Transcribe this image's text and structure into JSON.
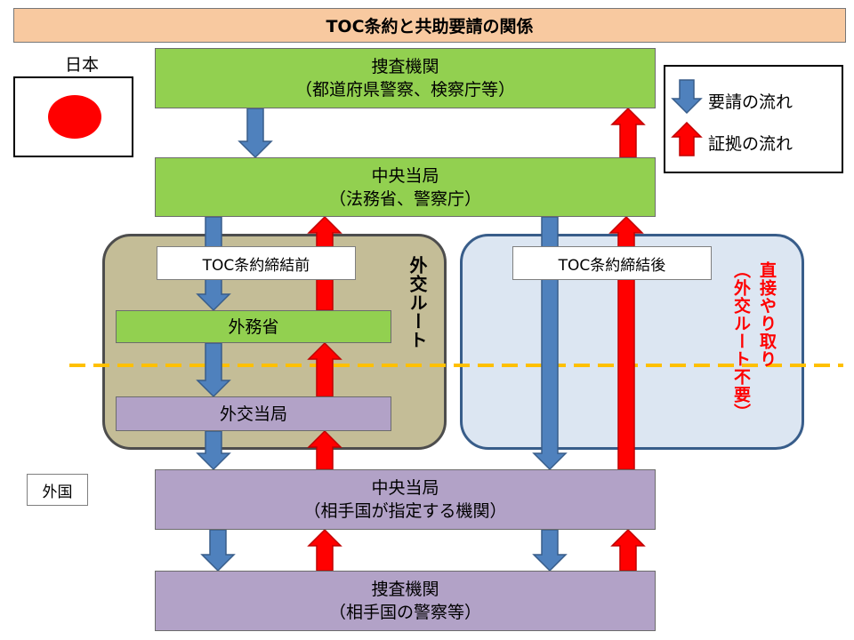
{
  "title": "TOC条約と共助要請の関係",
  "japan": {
    "label": "日本"
  },
  "foreign": {
    "label": "外国"
  },
  "legend": {
    "request_flow": "要請の流れ",
    "evidence_flow": "証拠の流れ"
  },
  "boxes": {
    "jp_investigation": {
      "line1": "捜査機関",
      "line2": "（都道府県警察、検察庁等）"
    },
    "jp_central": {
      "line1": "中央当局",
      "line2": "（法務省、警察庁）"
    },
    "mofa": "外務省",
    "diplomatic_authority": "外交当局",
    "foreign_central": {
      "line1": "中央当局",
      "line2": "（相手国が指定する機関）"
    },
    "foreign_investigation": {
      "line1": "捜査機関",
      "line2": "（相手国の警察等）"
    }
  },
  "before_label": "TOC条約締結前",
  "after_label": "TOC条約締結後",
  "diplomatic_route": "外交ルート",
  "direct_exchange": {
    "line1": "直接やり取り",
    "line2": "（外交ルート不要）"
  },
  "colors": {
    "request_arrow": "#4f81bd",
    "evidence_arrow": "#ff0000",
    "green_box": "#92d050",
    "purple_box": "#b2a2c7",
    "title_bg": "#f8c9a0",
    "before_region": "#c4bd97",
    "after_region": "#dce6f2",
    "border_line": "#ffc000",
    "flag_circle": "#ff0000"
  }
}
